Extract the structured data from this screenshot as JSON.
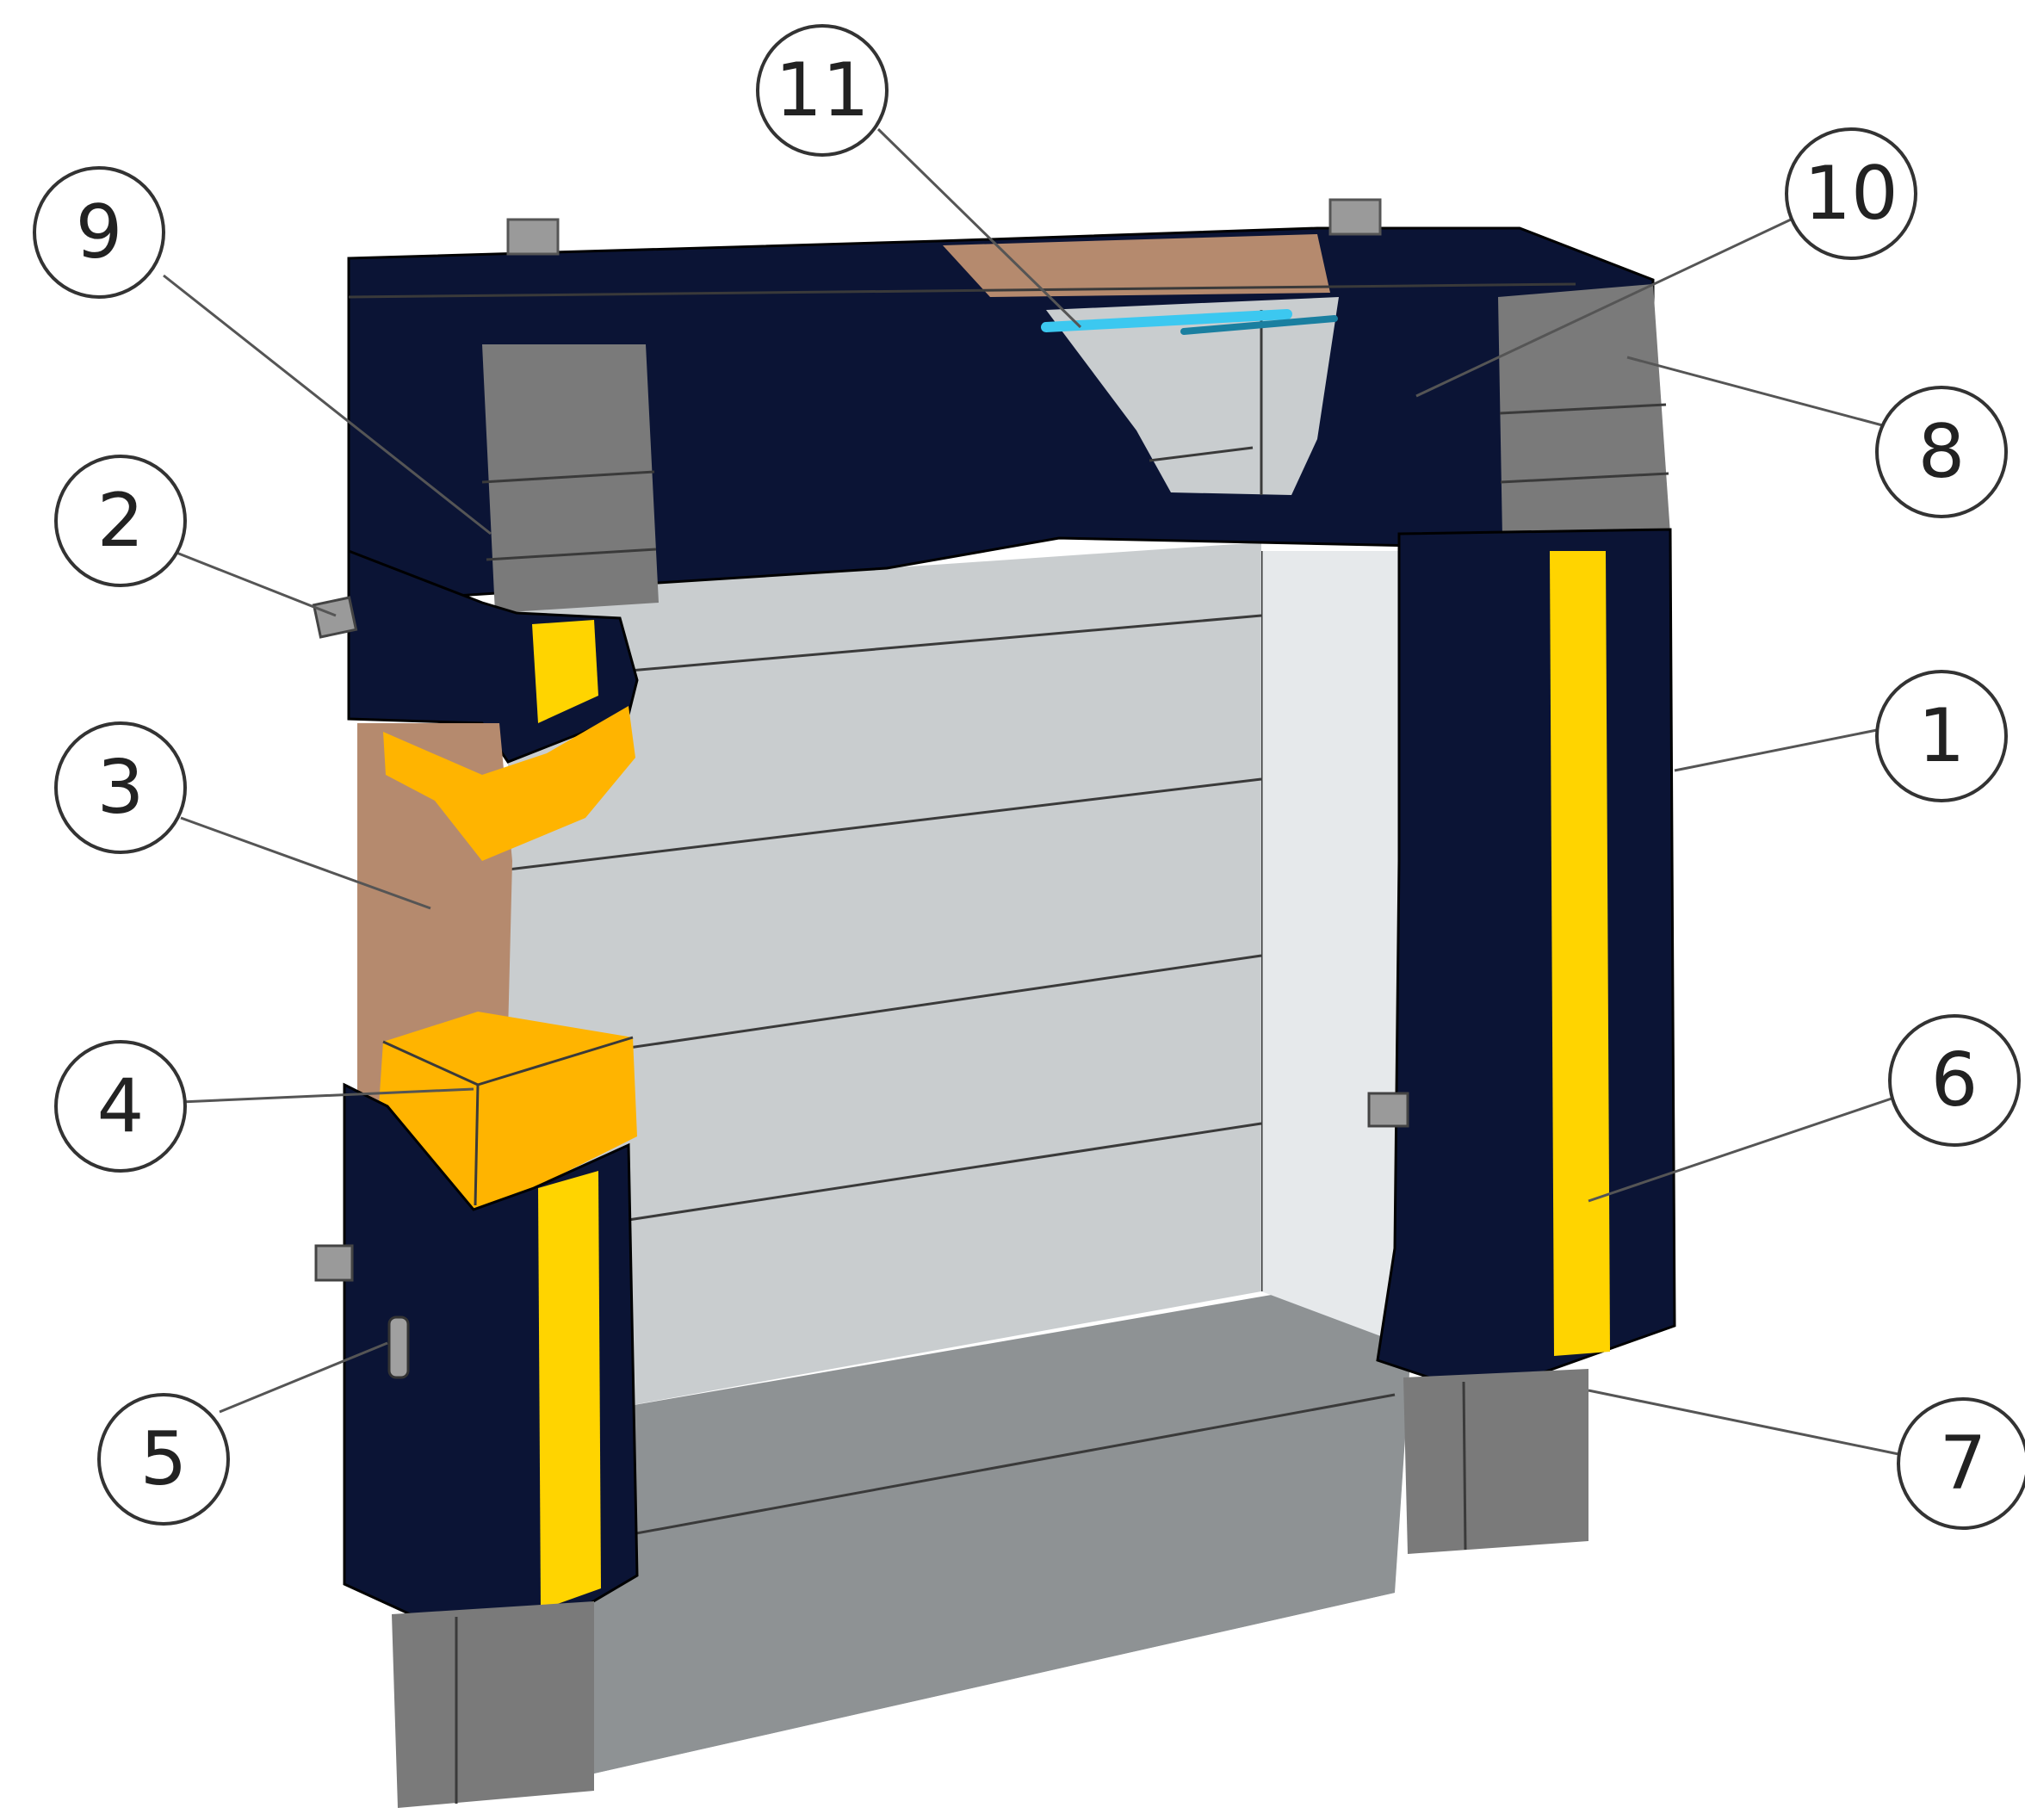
{
  "colors": {
    "cover": "#0b1435",
    "stripe": "#ffd400",
    "foam_block": "#ffb400",
    "brown_panel": "#b58a6e",
    "grey_block": "#7a7a7a",
    "door_panel": "#c9cdcf",
    "side_wall": "#e6e9eb",
    "floor": "#8e9294",
    "seal_line": "#3cc8f0"
  },
  "callouts": [
    {
      "id": "1",
      "label": "1"
    },
    {
      "id": "2",
      "label": "2"
    },
    {
      "id": "3",
      "label": "3"
    },
    {
      "id": "4",
      "label": "4"
    },
    {
      "id": "5",
      "label": "5"
    },
    {
      "id": "6",
      "label": "6"
    },
    {
      "id": "7",
      "label": "7"
    },
    {
      "id": "8",
      "label": "8"
    },
    {
      "id": "9",
      "label": "9"
    },
    {
      "id": "10",
      "label": "10"
    },
    {
      "id": "11",
      "label": "11"
    }
  ]
}
